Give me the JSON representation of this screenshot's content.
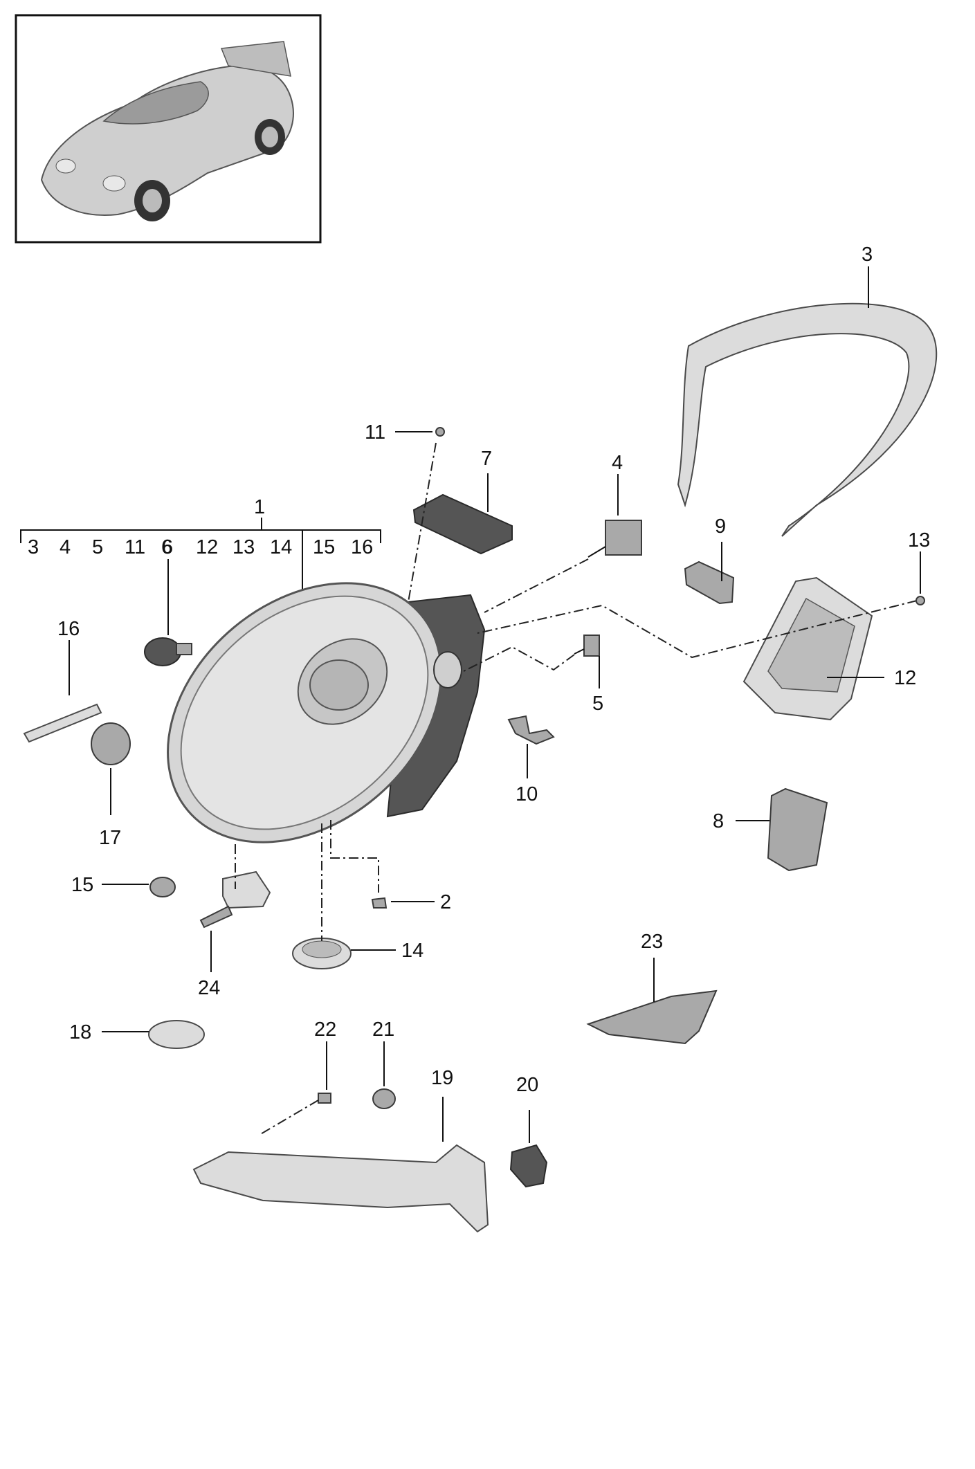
{
  "diagram": {
    "thumbnail_alt": "car",
    "assembly_label": "1",
    "assembly_sublabels": [
      "3",
      "4",
      "5",
      "11",
      "6",
      "12",
      "13",
      "14",
      "15",
      "16"
    ],
    "callouts": {
      "c2": "2",
      "c3": "3",
      "c4": "4",
      "c5": "5",
      "c6": "6",
      "c7": "7",
      "c8": "8",
      "c9": "9",
      "c10": "10",
      "c11": "11",
      "c12": "12",
      "c13": "13",
      "c14": "14",
      "c15": "15",
      "c16": "16",
      "c17": "17",
      "c18": "18",
      "c19": "19",
      "c20": "20",
      "c21": "21",
      "c22": "22",
      "c23": "23",
      "c24": "24"
    },
    "colors": {
      "line": "#111111",
      "part_light": "#dcdcdc",
      "part_dark": "#555555"
    }
  }
}
